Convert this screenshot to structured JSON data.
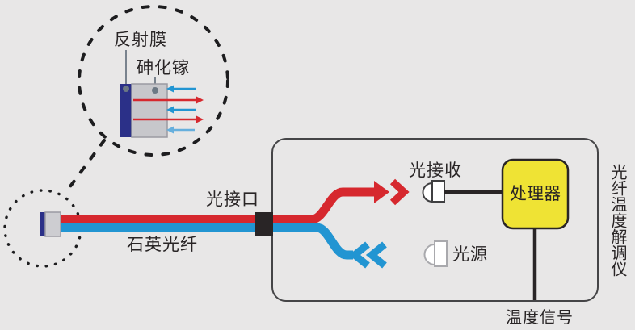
{
  "diagram": {
    "inset": {
      "film_label": "反射膜",
      "gaas_label": "砷化镓"
    },
    "probe": {
      "fiber_label": "石英光纤"
    },
    "coupler_label": "光接口",
    "demodulator": {
      "receiver_label": "光接收",
      "source_label": "光源",
      "processor_label": "处理器",
      "name_vertical": "光纤温度解调仪",
      "output_label": "温度信号"
    }
  },
  "colors": {
    "reflected_red": "#d6282e",
    "incident_blue": "#2295d2",
    "incident_blue_light": "#66afdd",
    "film_navy": "#2b3088",
    "gaas_gray": "#c7c7cb",
    "processor_yellow": "#efe334",
    "ink": "#292526",
    "background": "#e8e7e7"
  }
}
